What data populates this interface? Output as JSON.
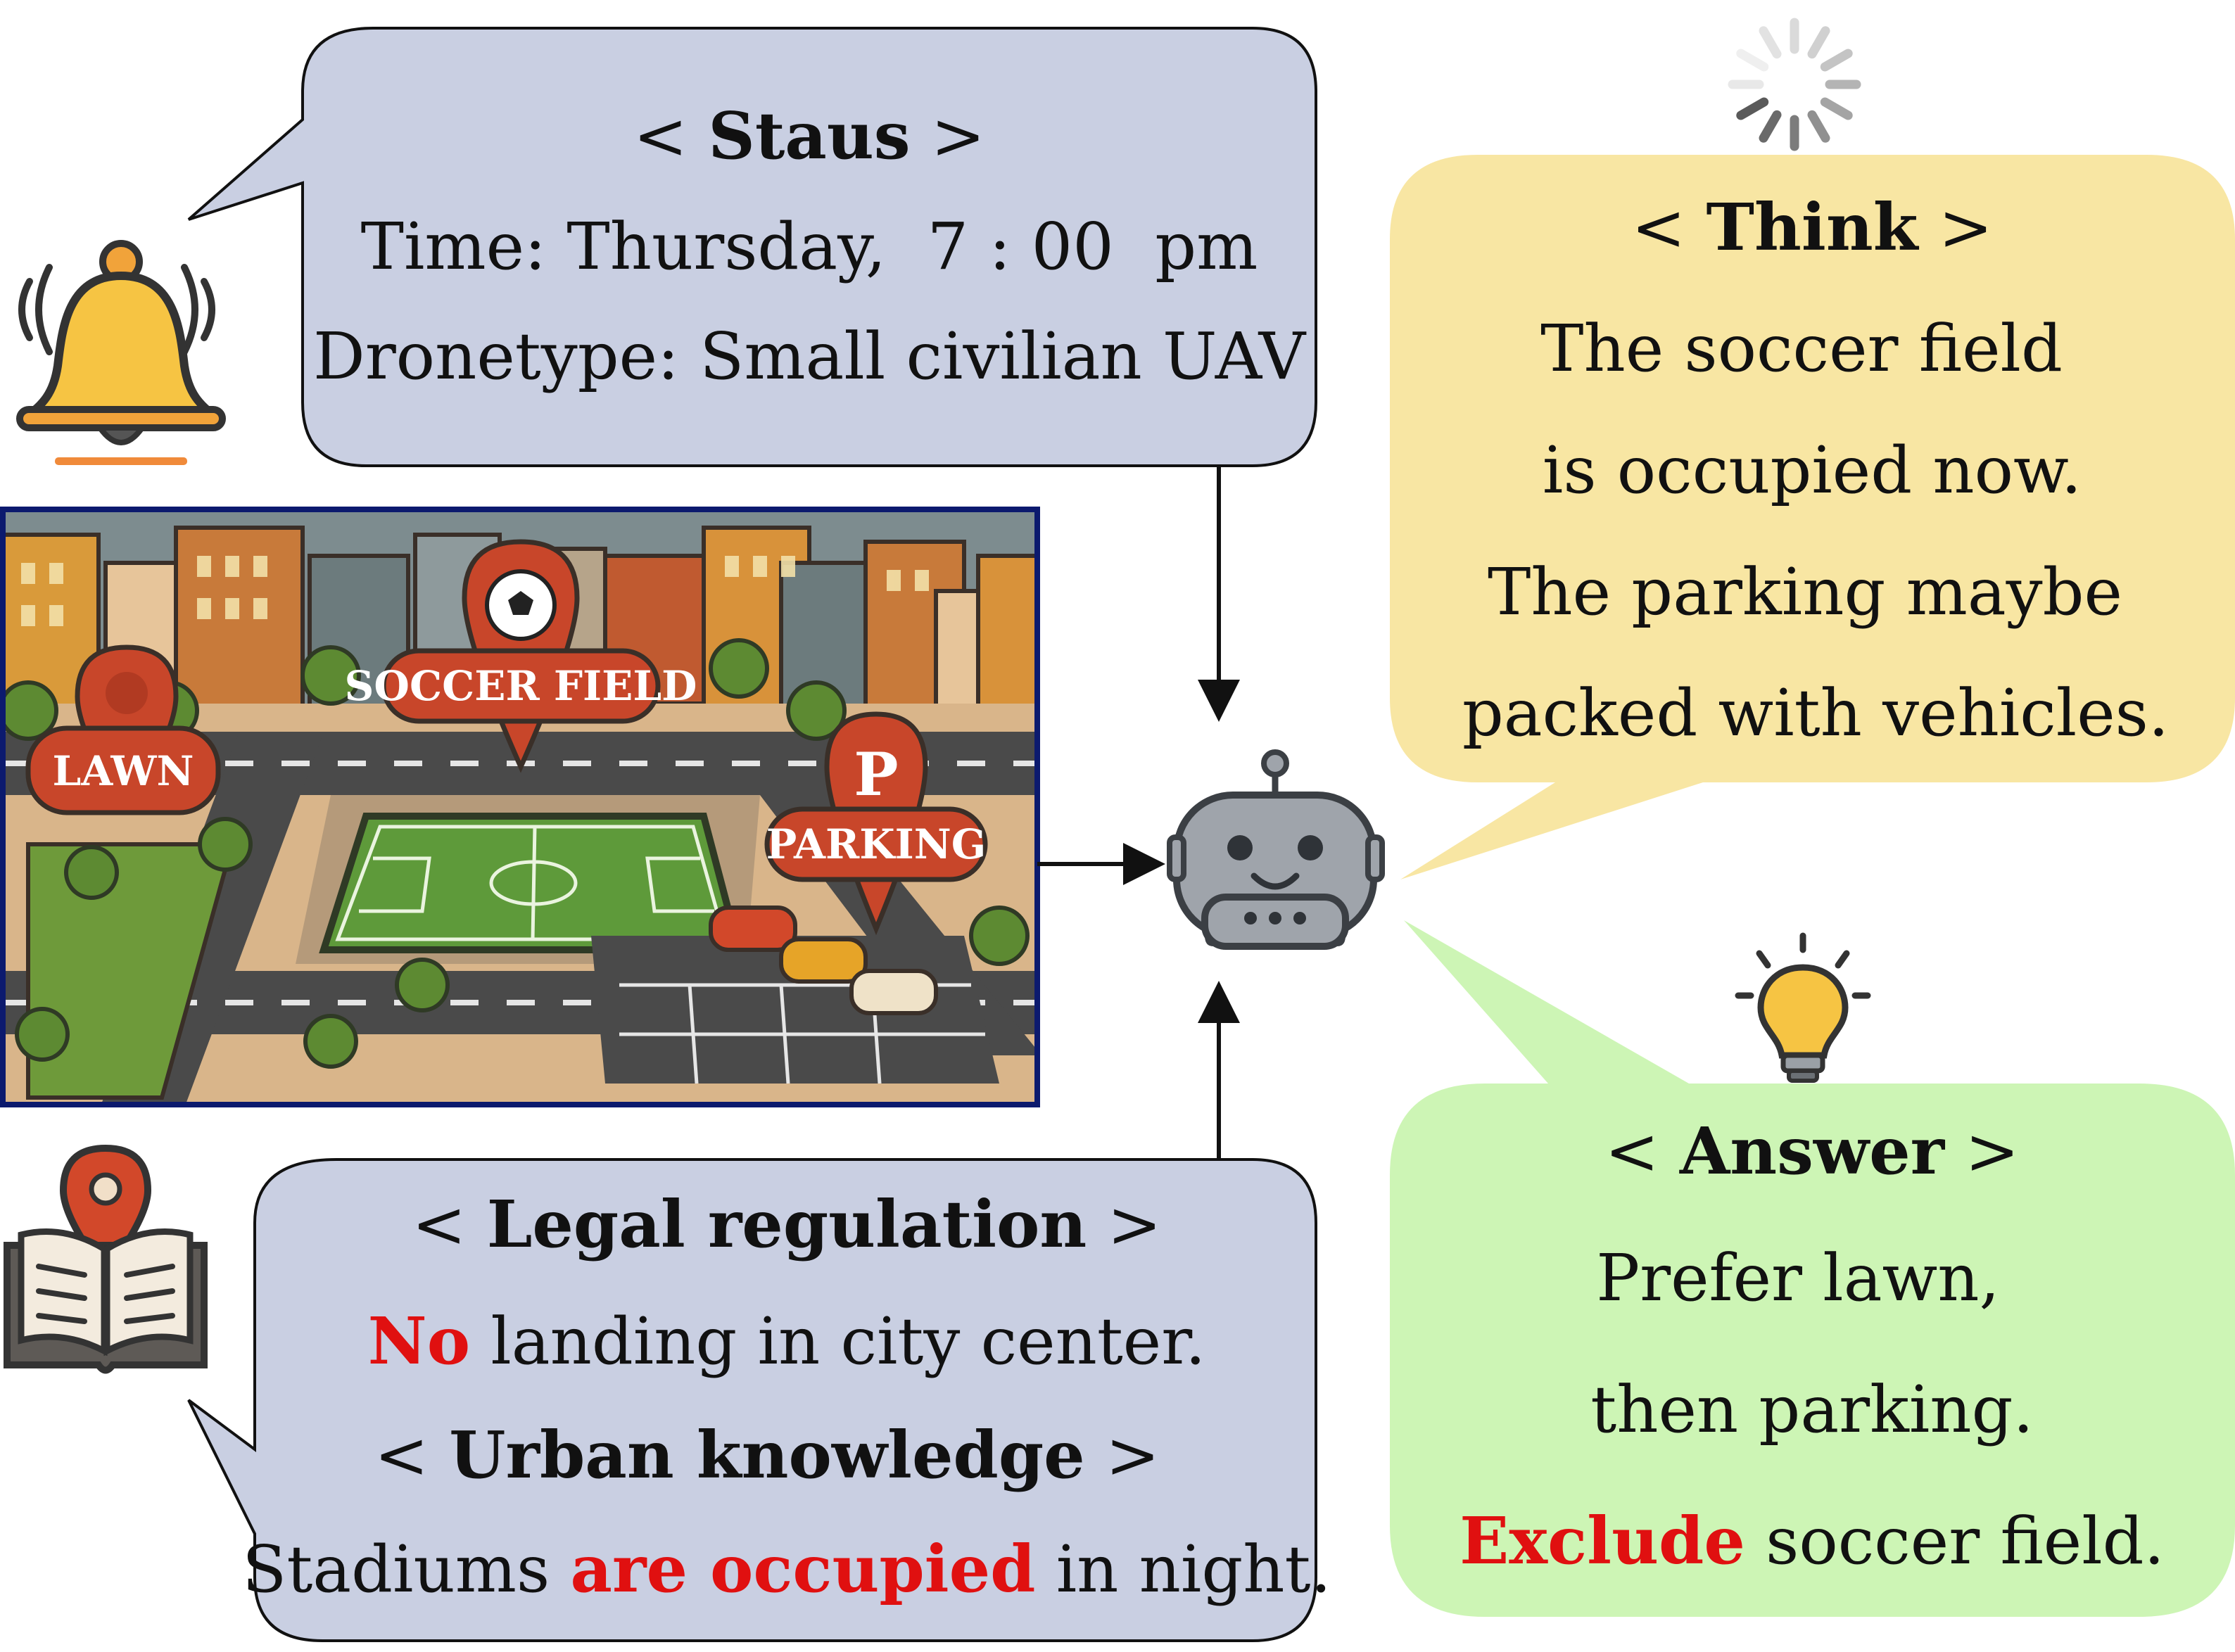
{
  "status_box": {
    "header": "Staus",
    "time_line": "Time: Thursday,  7 : 00  pm",
    "drone_line": "Dronetype: Small civilian UAV"
  },
  "think_box": {
    "header": "Think",
    "lines": [
      "The soccer field",
      "is occupied now.",
      "The parking maybe",
      "packed with vehicles."
    ]
  },
  "answer_box": {
    "header": "Answer",
    "line1": "Prefer lawn,",
    "line2": "then parking.",
    "line3_highlight": "Exclude",
    "line3_rest": " soccer field."
  },
  "knowledge_box": {
    "header1": "Legal regulation",
    "line1_highlight": "No",
    "line1_rest": " landing in city center.",
    "header2": "Urban knowledge",
    "line2_start": "Stadiums ",
    "line2_highlight": "are occupied",
    "line2_end": " in night."
  },
  "map": {
    "lawn_label": "LAWN",
    "soccer_label": "SOCCER FIELD",
    "parking_letter": "P",
    "parking_label": "PARKING"
  },
  "icons": {
    "bell": "bell-icon",
    "spinner": "loading-spinner-icon",
    "robot": "robot-icon",
    "lightbulb": "lightbulb-icon",
    "book_pin": "book-location-icon"
  },
  "colors": {
    "status_fill": "#c9cfe2",
    "think_fill": "#f8e6a3",
    "answer_fill": "#cdf5b5",
    "highlight_red": "#e01010",
    "map_border": "#0c1a6e",
    "marker_orange": "#c8462a"
  }
}
